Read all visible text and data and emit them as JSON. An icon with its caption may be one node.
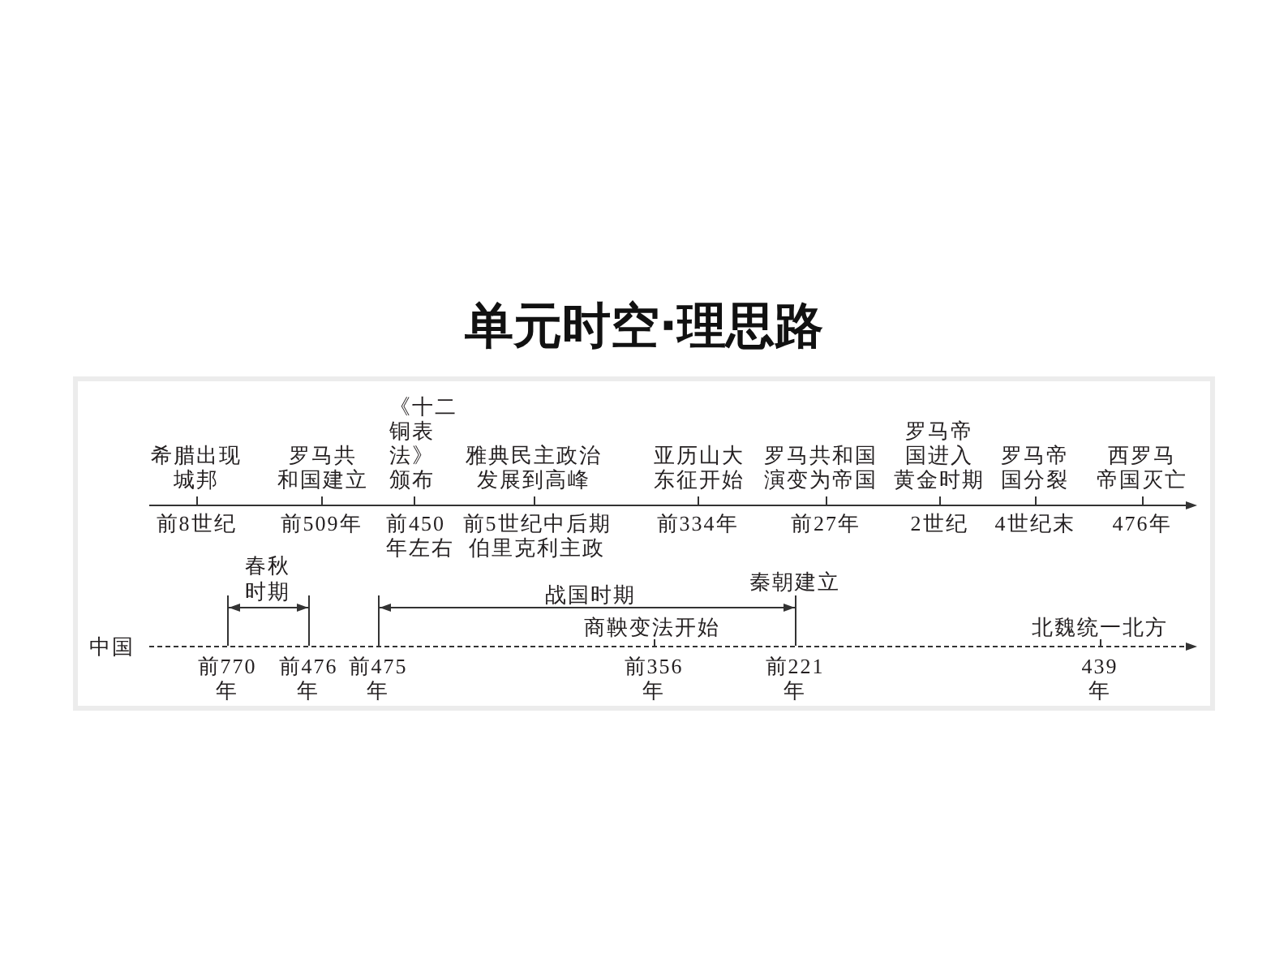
{
  "diagram": {
    "title": "单元时空·理思路",
    "labels": [
      "希腊出现城邦",
      "罗马共和国建立",
      "《十二铜表法》颁布",
      "雅典民主政治发展到高峰",
      "亚历山大东征开始",
      "罗马共和国演变为帝国",
      "罗马帝国进入黄金时期",
      "罗马帝国分裂",
      "西罗马帝国灭亡",
      "前8世纪",
      "前509年",
      "前450年左右",
      "前5世纪中后期",
      "伯里克利主政",
      "前334年",
      "前27年",
      "2世纪",
      "4世纪末",
      "476年",
      "春秋时期",
      "秦朝建立",
      "战国时期",
      "商鞅变法开始",
      "北魏统一北方",
      "中国",
      "前770年",
      "前476年",
      "前475年",
      "前356年",
      "前221年",
      "439年"
    ]
  }
}
